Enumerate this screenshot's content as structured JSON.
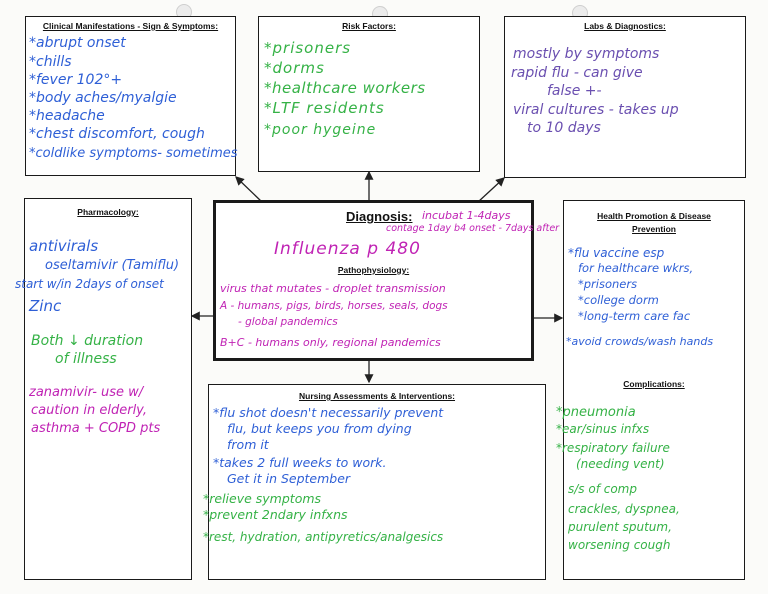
{
  "clinical": {
    "title": "Clinical Manifestations - Sign & Symptoms:",
    "items": [
      "*abrupt onset",
      "*chills",
      "*fever 102°+",
      "*body aches/myalgie",
      "*headache",
      "*chest discomfort, cough",
      "*coldlike symptoms- sometimes"
    ]
  },
  "risk": {
    "title": "Risk Factors:",
    "items": [
      "*prisoners",
      "*dorms",
      "*healthcare workers",
      "*LTF residents",
      "*poor hygeine"
    ]
  },
  "labs": {
    "title": "Labs & Diagnostics:",
    "lines": [
      "mostly by symptoms",
      "rapid flu - can give",
      "false +-",
      "viral cultures - takes up",
      "to 10 days"
    ]
  },
  "pharm": {
    "title": "Pharmacology:",
    "blue": [
      "antivirals",
      "oseltamivir (Tamiflu)",
      "start w/in 2days of onset",
      "Zinc"
    ],
    "green": [
      "Both ↓ duration",
      "of illness"
    ],
    "magenta": [
      "zanamivir- use w/",
      "caution in elderly,",
      "asthma + COPD pts"
    ]
  },
  "diagnosis": {
    "title": "Diagnosis:",
    "incubation": "incubat 1-4days",
    "contagious": "contage 1day b4 onset - 7days after",
    "name": "Influenza p 480",
    "patho_title": "Pathophysiology:",
    "patho_lines": [
      "virus that mutates - droplet transmission",
      "A - humans, pigs, birds, horses, seals, dogs",
      "- global pandemics",
      "B+C - humans only, regional pandemics"
    ]
  },
  "health": {
    "title_line1": "Health Promotion & Disease",
    "title_line2": "Prevention",
    "items": [
      "*flu vaccine esp",
      "for healthcare wkrs,",
      "*prisoners",
      "*college dorm",
      "*long-term care fac",
      "*avoid crowds/wash hands"
    ],
    "complications_title": "Complications:",
    "complications": [
      "*pneumonia",
      "*ear/sinus infxs",
      "*respiratory failure",
      "(needing vent)"
    ],
    "signs": [
      "s/s of comp",
      "crackles, dyspnea,",
      "purulent sputum,",
      "worsening cough"
    ]
  },
  "nursing": {
    "title": "Nursing Assessments & Interventions:",
    "blue": [
      "*flu shot doesn't necessarily prevent",
      "flu, but keeps you from dying",
      "from it",
      "*takes 2 full weeks to work.",
      "Get it in September"
    ],
    "green": [
      "*relieve symptoms",
      "*prevent 2ndary infxns",
      "*rest, hydration, antipyretics/analgesics"
    ]
  }
}
